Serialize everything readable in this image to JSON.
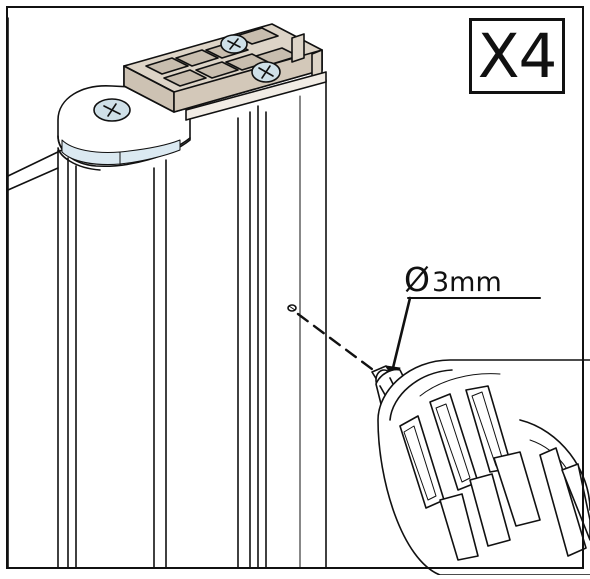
{
  "quantity_label": "X4",
  "drill_spec": {
    "symbol": "Ø",
    "size": "3mm"
  },
  "colors": {
    "outline": "#111111",
    "hinge_block_fill": "#ddd4c7",
    "hinge_block_pocket": "#c8bdae",
    "screw_head": "#cfe0e8",
    "cap_highlight": "#dbe9f1",
    "background": "#ffffff"
  },
  "icons": [
    "phillips-screw-icon",
    "drill-icon",
    "screw-icon"
  ]
}
